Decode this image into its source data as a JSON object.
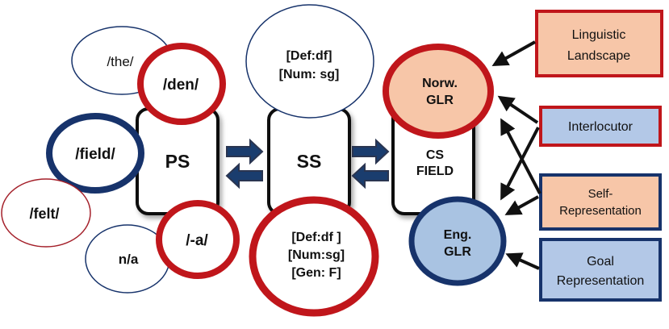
{
  "colors": {
    "red": "#c0161b",
    "navy": "#17336b",
    "dark_red": "#a4202a",
    "peach": "#f7c6a8",
    "light_blue": "#b3c8e7",
    "mid_blue": "#a9c3e2",
    "module_border": "#111111",
    "text": "#111111",
    "shadow": "#666666"
  },
  "modules": {
    "ps": "PS",
    "ss": "SS",
    "cs_line1": "CS",
    "cs_line2": "FIELD"
  },
  "phonology": {
    "the": "/the/",
    "den": "/den/",
    "field": "/field/",
    "felt": "/felt/",
    "na": "n/a",
    "a": "/-a/"
  },
  "syntax": {
    "top_line1": "[Def:df]",
    "top_line2": "[Num: sg]",
    "bottom_line1": "[Def:df ]",
    "bottom_line2": "[Num:sg]",
    "bottom_line3": "[Gen: F]"
  },
  "glr": {
    "norw_line1": "Norw.",
    "norw_line2": "GLR",
    "eng_line1": "Eng.",
    "eng_line2": "GLR"
  },
  "factors": {
    "linguistic_line1": "Linguistic",
    "linguistic_line2": "Landscape",
    "interlocutor": "Interlocutor",
    "self_line1": "Self-",
    "self_line2": "Representation",
    "goal_line1": "Goal",
    "goal_line2": "Representation"
  }
}
